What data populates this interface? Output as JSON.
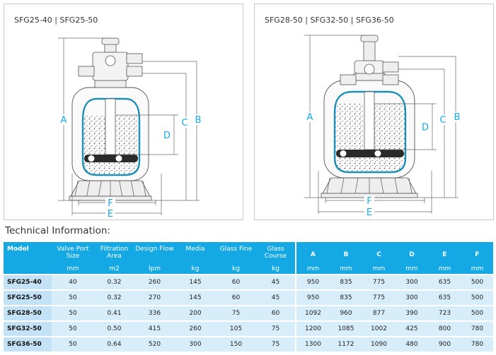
{
  "diagrams": [
    {
      "title": "SFG25-40 | SFG25-50",
      "dims": [
        "A",
        "B",
        "C",
        "D",
        "E",
        "F"
      ]
    },
    {
      "title": "SFG28-50 | SFG32-50 | SFG36-50",
      "dims": [
        "A",
        "B",
        "C",
        "D",
        "E",
        "F"
      ]
    }
  ],
  "colors": {
    "accent": "#14a9e5",
    "liner": "#1a8fb8",
    "row": "#d7edf9",
    "model_cell": "#c3e2f5"
  },
  "section_title": "Technical Information:",
  "table": {
    "headers": [
      {
        "label": "Model",
        "unit": ""
      },
      {
        "label": "Valve Port Size",
        "unit": "mm"
      },
      {
        "label": "Filtration Area",
        "unit": "m2"
      },
      {
        "label": "Design Flow",
        "unit": "lpm"
      },
      {
        "label": "Media",
        "unit": "kg"
      },
      {
        "label": "Glass Fine",
        "unit": "kg"
      },
      {
        "label": "Glass Course",
        "unit": "kg"
      },
      {
        "label": "A",
        "unit": "mm"
      },
      {
        "label": "B",
        "unit": "mm"
      },
      {
        "label": "C",
        "unit": "mm"
      },
      {
        "label": "D",
        "unit": "mm"
      },
      {
        "label": "E",
        "unit": "mm"
      },
      {
        "label": "F",
        "unit": "mm"
      }
    ],
    "rows": [
      [
        "SFG25-40",
        "40",
        "0.32",
        "260",
        "145",
        "60",
        "45",
        "950",
        "835",
        "775",
        "300",
        "635",
        "500"
      ],
      [
        "SFG25-50",
        "50",
        "0.32",
        "270",
        "145",
        "60",
        "45",
        "950",
        "835",
        "775",
        "300",
        "635",
        "500"
      ],
      [
        "SFG28-50",
        "50",
        "0.41",
        "336",
        "200",
        "75",
        "60",
        "1092",
        "960",
        "877",
        "390",
        "723",
        "500"
      ],
      [
        "SFG32-50",
        "50",
        "0.50",
        "415",
        "260",
        "105",
        "75",
        "1200",
        "1085",
        "1002",
        "425",
        "800",
        "780"
      ],
      [
        "SFG36-50",
        "50",
        "0.64",
        "520",
        "300",
        "150",
        "75",
        "1300",
        "1172",
        "1090",
        "480",
        "900",
        "780"
      ]
    ]
  }
}
